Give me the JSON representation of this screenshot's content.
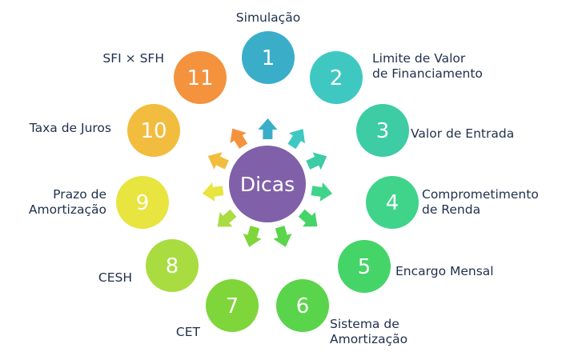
{
  "center": {
    "label": "Dicas",
    "color": "#8060a8"
  },
  "nodes": [
    {
      "number": "1",
      "label_lines": [
        "Simulação"
      ],
      "color": "#3aaec8"
    },
    {
      "number": "2",
      "label_lines": [
        "Limite de Valor",
        "de Financiamento"
      ],
      "color": "#3fc8c2"
    },
    {
      "number": "3",
      "label_lines": [
        "Valor de Entrada"
      ],
      "color": "#3dcca4"
    },
    {
      "number": "4",
      "label_lines": [
        "Comprometimento",
        "de Renda"
      ],
      "color": "#3fd48a"
    },
    {
      "number": "5",
      "label_lines": [
        "Encargo Mensal"
      ],
      "color": "#45d468"
    },
    {
      "number": "6",
      "label_lines": [
        "Sistema de",
        "Amortização"
      ],
      "color": "#5ad44a"
    },
    {
      "number": "7",
      "label_lines": [
        "CET"
      ],
      "color": "#7ed63a"
    },
    {
      "number": "8",
      "label_lines": [
        "CESH"
      ],
      "color": "#a8dc40"
    },
    {
      "number": "9",
      "label_lines": [
        "Prazo de",
        "Amortização"
      ],
      "color": "#e8e440"
    },
    {
      "number": "10",
      "label_lines": [
        "Taxa de Juros"
      ],
      "color": "#f2bc3e"
    },
    {
      "number": "11",
      "label_lines": [
        "SFI × SFH"
      ],
      "color": "#f4923e"
    }
  ]
}
